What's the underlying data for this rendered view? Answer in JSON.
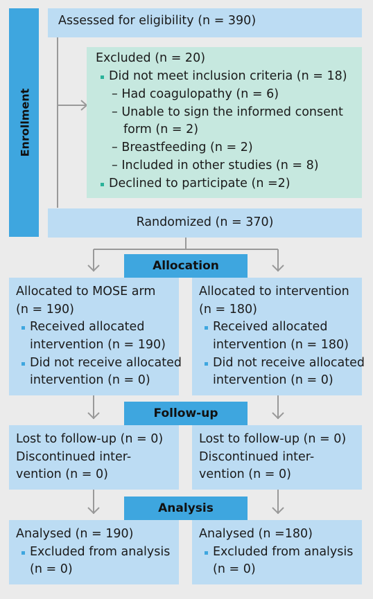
{
  "enrollment": {
    "label": "Enrollment",
    "assessed": "Assessed for eligibility (n = 390)",
    "excluded": {
      "title": "Excluded (n = 20)",
      "criteria": "Did not meet inclusion criteria (n = 18)",
      "coagulopathy": "– Had coagulopathy (n = 6)",
      "consent_1": "– Unable to sign the informed consent",
      "consent_2": "form (n = 2)",
      "breastfeeding": "– Breastfeeding (n = 2)",
      "other_studies": "– Included in other studies (n = 8)",
      "declined": "Declined to participate (n =2)"
    },
    "randomized": "Randomized (n = 370)"
  },
  "allocation": {
    "label": "Allocation",
    "left": {
      "title_1": "Allocated to MOSE arm",
      "title_2": "(n = 190)",
      "received_1": "Received allocated",
      "received_2": "intervention (n = 190)",
      "not_received_1": "Did not receive allocated",
      "not_received_2": "intervention (n = 0)"
    },
    "right": {
      "title_1": "Allocated to intervention",
      "title_2": "(n = 180)",
      "received_1": "Received allocated",
      "received_2": "intervention (n = 180)",
      "not_received_1": "Did not receive allocated",
      "not_received_2": "intervention (n = 0)"
    }
  },
  "followup": {
    "label": "Follow-up",
    "left": {
      "lost": "Lost to follow-up (n = 0)",
      "discontinued_1": "Discontinued inter-",
      "discontinued_2": "vention (n = 0)"
    },
    "right": {
      "lost": "Lost to follow-up (n = 0)",
      "discontinued_1": "Discontinued inter-",
      "discontinued_2": "vention (n = 0)"
    }
  },
  "analysis": {
    "label": "Analysis",
    "left": {
      "analysed": "Analysed (n = 190)",
      "excluded_1": "Excluded from analysis",
      "excluded_2": "(n = 0)"
    },
    "right": {
      "analysed": "Analysed (n =180)",
      "excluded_1": "Excluded from analysis",
      "excluded_2": "(n = 0)"
    }
  },
  "colors": {
    "background": "#ebebeb",
    "box_blue": "#bcdcf3",
    "box_green": "#c6e8df",
    "stage_blue": "#3ea6df",
    "bullet_green": "#2bb39a",
    "connector": "#999999"
  }
}
